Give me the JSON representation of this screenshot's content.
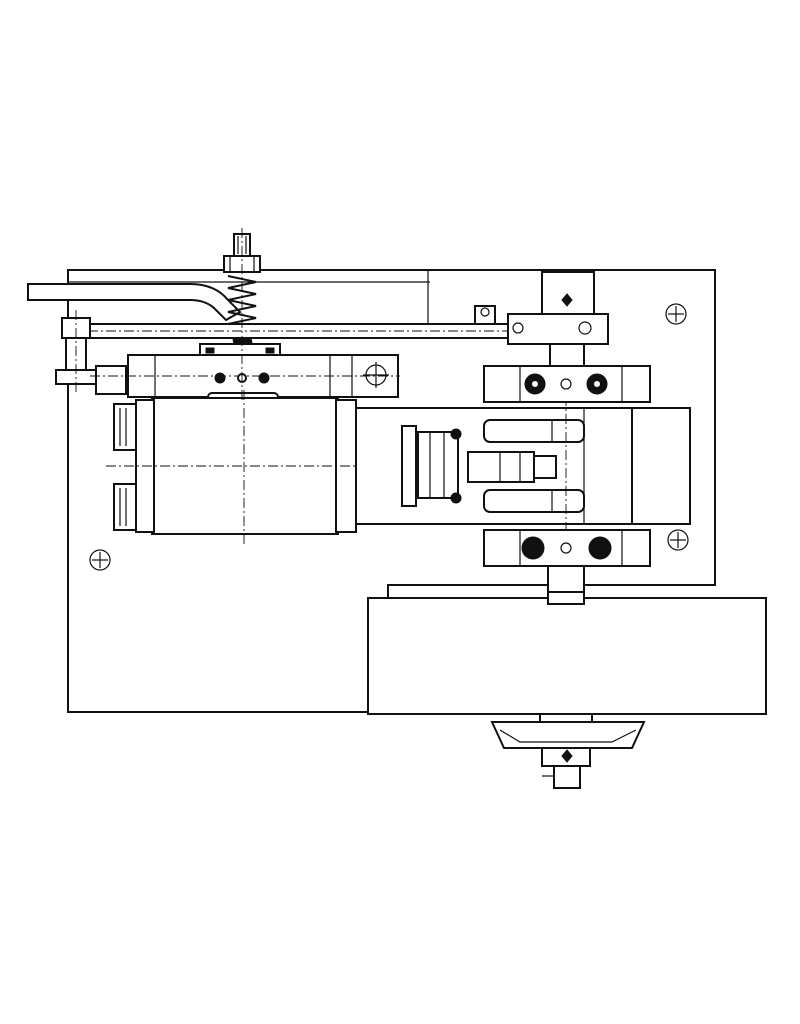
{
  "drawing": {
    "view": "plan view",
    "style": "monochrome line drawing",
    "colors": {
      "line": "#111111",
      "background": "#ffffff"
    },
    "components": [
      "base-plate",
      "feed-arm",
      "adjusting-screw-with-spring",
      "connecting-rod",
      "pivot-block",
      "slide-block",
      "motor-body",
      "crosshead-guide",
      "crosshead-yoke",
      "bearing-block-upper",
      "bearing-block-lower",
      "flywheel",
      "v-belt-pulley",
      "main-shaft",
      "mounting-hole-left",
      "mounting-hole-upper-right",
      "mounting-hole-mid-right"
    ]
  }
}
